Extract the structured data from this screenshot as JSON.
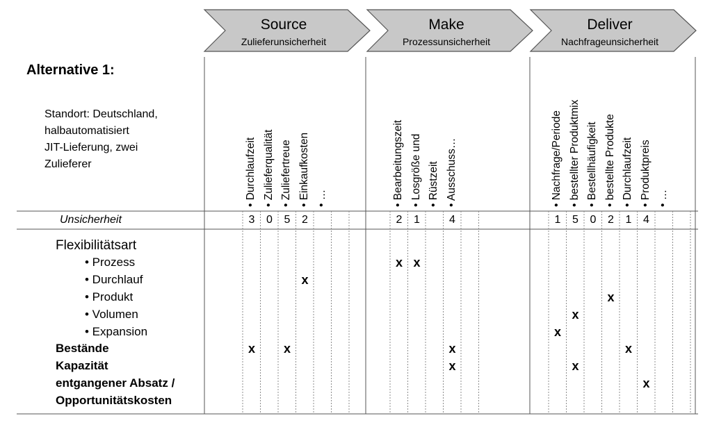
{
  "phases": [
    {
      "title": "Source",
      "subtitle": "Zulieferunsicherheit"
    },
    {
      "title": "Make",
      "subtitle": "Prozessunsicherheit"
    },
    {
      "title": "Deliver",
      "subtitle": "Nachfrageunsicherheit"
    }
  ],
  "alternative": {
    "title": "Alternative 1:",
    "description": [
      "Standort: Deutschland,",
      "halbautomatisiert",
      "JIT-Lieferung, zwei",
      "Zulieferer"
    ]
  },
  "columns": {
    "source": [
      "Durchlaufzeit",
      "Zulieferqualität",
      "Zuliefertreue",
      "Einkaufkosten",
      "…"
    ],
    "make": [
      "Bearbeitungszeit",
      "Losgröße und",
      "Rüstzeit",
      "Ausschuss…"
    ],
    "deliver": [
      "Nachfrage/Periode",
      "bestellter Produktmix",
      "Bestellhäufigkeit",
      "bestellte Produkte",
      "Durchlaufzeit",
      "Produktpreis",
      "…"
    ]
  },
  "uncertainty": {
    "label": "Unsicherheit",
    "source": [
      "3",
      "0",
      "5",
      "2",
      ""
    ],
    "make": [
      "2",
      "1",
      "",
      "4"
    ],
    "deliver": [
      "1",
      "5",
      "0",
      "2",
      "1",
      "4",
      ""
    ]
  },
  "rows": {
    "flex_header": "Flexibilitätsart",
    "flex_items": [
      "Prozess",
      "Durchlauf",
      "Produkt",
      "Volumen",
      "Expansion"
    ],
    "bold_items": [
      "Bestände",
      "Kapazität",
      "entgangener Absatz /",
      "Opportunitätskosten"
    ]
  },
  "bullet": "•",
  "mark_symbol": "x",
  "marks": [
    {
      "group": "source",
      "col": 3,
      "row": "Durchlauf"
    },
    {
      "group": "source",
      "col": 0,
      "row": "Bestände"
    },
    {
      "group": "source",
      "col": 2,
      "row": "Bestände"
    },
    {
      "group": "make",
      "col": 0,
      "row": "Prozess"
    },
    {
      "group": "make",
      "col": 1,
      "row": "Prozess"
    },
    {
      "group": "make",
      "col": 3,
      "row": "Bestände"
    },
    {
      "group": "make",
      "col": 3,
      "row": "Kapazität"
    },
    {
      "group": "deliver",
      "col": 3,
      "row": "Produkt"
    },
    {
      "group": "deliver",
      "col": 1,
      "row": "Volumen"
    },
    {
      "group": "deliver",
      "col": 0,
      "row": "Expansion"
    },
    {
      "group": "deliver",
      "col": 4,
      "row": "Bestände"
    },
    {
      "group": "deliver",
      "col": 1,
      "row": "Kapazität"
    },
    {
      "group": "deliver",
      "col": 5,
      "row": "entgangener Absatz /"
    }
  ],
  "colors": {
    "chevron_fill": "#c8c8c8",
    "chevron_stroke": "#555555",
    "grid": "#555555",
    "dotted": "#8c8c8c"
  }
}
